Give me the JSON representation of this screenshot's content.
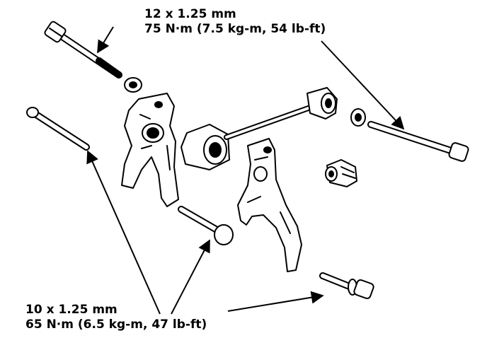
{
  "callout_top": {
    "line1": "12 x 1.25 mm",
    "line2": "75 N·m (7.5 kg-m, 54 lb-ft)"
  },
  "callout_bottom": {
    "line1": "10 x 1.25 mm",
    "line2": "65 N·m (6.5 kg-m, 47 lb-ft)"
  },
  "colors": {
    "ink": "#000000",
    "paper": "#ffffff"
  }
}
